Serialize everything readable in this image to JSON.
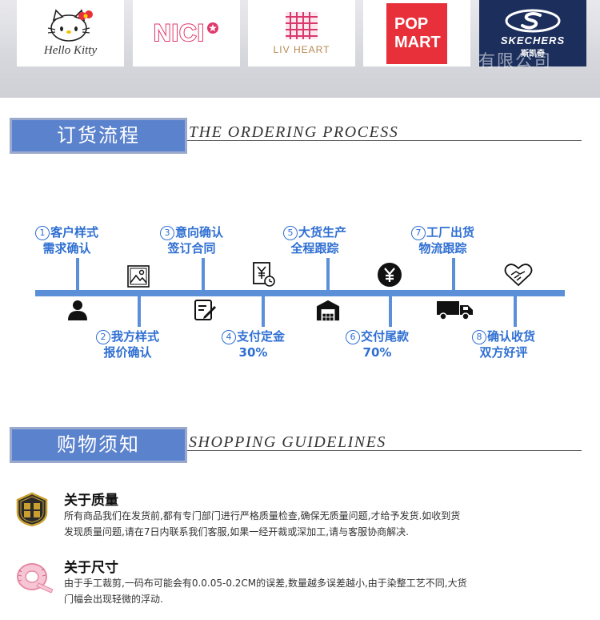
{
  "brands": {
    "hello_kitty": "Hello Kitty",
    "nici": "NICI",
    "liv_heart": "LIV HEART",
    "pop_mart_line1": "POP",
    "pop_mart_line2": "MART",
    "skechers": "SKECHERS",
    "skechers_cn": "斯凯奇",
    "watermark": "有限公司"
  },
  "ordering": {
    "title_cn": "订货流程",
    "title_en": "THE ORDERING PROCESS",
    "steps": [
      {
        "num": "1",
        "line1": "客户样式",
        "line2": "需求确认"
      },
      {
        "num": "2",
        "line1": "我方样式",
        "line2": "报价确认"
      },
      {
        "num": "3",
        "line1": "意向确认",
        "line2": "签订合同"
      },
      {
        "num": "4",
        "line1": "支付定金",
        "line2": "30%"
      },
      {
        "num": "5",
        "line1": "大货生产",
        "line2": "全程跟踪"
      },
      {
        "num": "6",
        "line1": "交付尾款",
        "line2": "70%"
      },
      {
        "num": "7",
        "line1": "工厂出货",
        "line2": "物流跟踪"
      },
      {
        "num": "8",
        "line1": "确认收货",
        "line2": "双方好评"
      }
    ]
  },
  "shopping": {
    "title_cn": "购物须知",
    "title_en": "SHOPPING GUIDELINES",
    "quality": {
      "title": "关于质量",
      "line1": "所有商品我们在发货前,都有专门部门进行严格质量检查,确保无质量问题,才给予发货.如收到货",
      "line2": "发现质量问题,请在7日内联系我们客服,如果一经开裁或深加工,请与客服协商解决."
    },
    "size": {
      "title": "关于尺寸",
      "line1": "由于手工裁剪,一码布可能会有0.0.05-0.2CM的误差,数量越多误差越小,由于染整工艺不同,大货",
      "line2": "门幅会出现轻微的浮动."
    }
  },
  "colors": {
    "accent_blue": "#5b8fd8",
    "header_blue": "#5b82cc",
    "label_blue": "#2f6fd2"
  }
}
